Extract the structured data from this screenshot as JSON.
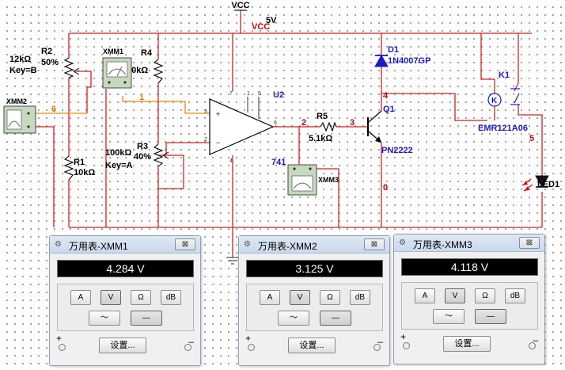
{
  "schematic": {
    "vcc": {
      "top_label": "VCC",
      "value": "5V",
      "rail_label": "VCC"
    },
    "r2": {
      "name": "R2",
      "pct": "50%",
      "value": "12kΩ",
      "key": "Key=B"
    },
    "r4": {
      "name": "R4",
      "value": "10kΩ"
    },
    "r1": {
      "name": "R1",
      "value": "10kΩ"
    },
    "r3": {
      "name": "R3",
      "pct": "40%",
      "value": "100kΩ",
      "key": "Key=A"
    },
    "r5": {
      "name": "R5",
      "value": "5.1kΩ"
    },
    "xmm1": {
      "name": "XMM1"
    },
    "xmm2": {
      "name": "XMM2"
    },
    "xmm3": {
      "name": "XMM3"
    },
    "u2": {
      "name": "U2",
      "part": "741",
      "pins": [
        "7",
        "1",
        "5",
        "3",
        "2",
        "6",
        "4"
      ]
    },
    "q1": {
      "name": "Q1",
      "part": "PN2222"
    },
    "d1": {
      "name": "D1",
      "part": "1N4007GP"
    },
    "k1": {
      "name": "K1",
      "part": "EMR121A06"
    },
    "led1": {
      "name": "LED1"
    },
    "nodes": {
      "n0": "0",
      "n1": "1",
      "n2": "2",
      "n3": "3",
      "n4": "4",
      "n5": "5",
      "n6": "6"
    }
  },
  "meters": [
    {
      "title": "万用表-XMM1",
      "close_label": "⊠",
      "reading": "4.284 V",
      "modes": [
        "A",
        "V",
        "Ω",
        "dB"
      ],
      "selected_mode": "V",
      "settings_label": "设置...",
      "plus_label": "+",
      "minus_label": "_",
      "ac_label": "〜",
      "dc_label": "—"
    },
    {
      "title": "万用表-XMM2",
      "close_label": "⊠",
      "reading": "3.125 V",
      "modes": [
        "A",
        "V",
        "Ω",
        "dB"
      ],
      "selected_mode": "V",
      "settings_label": "设置...",
      "plus_label": "+",
      "minus_label": "_",
      "ac_label": "〜",
      "dc_label": "—"
    },
    {
      "title": "万用表-XMM3",
      "close_label": "⊠",
      "reading": "4.118 V",
      "modes": [
        "A",
        "V",
        "Ω",
        "dB"
      ],
      "selected_mode": "V",
      "settings_label": "设置...",
      "plus_label": "+",
      "minus_label": "_",
      "ac_label": "〜",
      "dc_label": "—"
    }
  ],
  "colors": {
    "wire": "#d42020",
    "wire_orange": "#ee8a00",
    "label_blue": "#1a1acc",
    "meter_display": "#000000"
  }
}
